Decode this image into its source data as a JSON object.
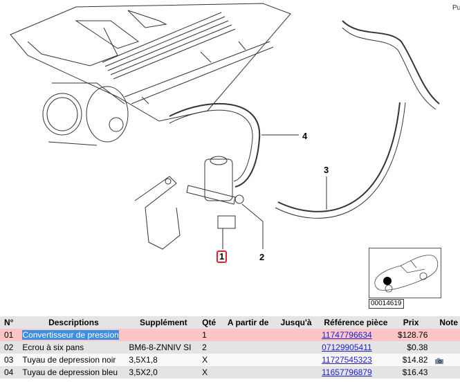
{
  "header": {
    "corner_label": "Pu"
  },
  "diagram": {
    "callouts": [
      {
        "number": "1",
        "selected": true
      },
      {
        "number": "2",
        "selected": false
      },
      {
        "number": "3",
        "selected": false
      },
      {
        "number": "4",
        "selected": false
      }
    ],
    "thumbnail_id": "00014619"
  },
  "table": {
    "columns": [
      "N°",
      "Descriptions",
      "Supplément",
      "Qté",
      "A partir de",
      "Jusqu'à",
      "Référence pièce",
      "Prix",
      "Note"
    ],
    "rows": [
      {
        "no": "01",
        "description": "Convertisseur de pression",
        "supplement": "",
        "qty": "1",
        "from": "",
        "to": "",
        "reference": "11747796634",
        "price": "$128.76",
        "note_icon": "",
        "selected": true
      },
      {
        "no": "02",
        "description": "Ecrou à six pans",
        "supplement": "BM6-8-ZNNIV SI",
        "qty": "2",
        "from": "",
        "to": "",
        "reference": "07129905411",
        "price": "$0.38",
        "note_icon": ""
      },
      {
        "no": "03",
        "description": "Tuyau de depression noir",
        "supplement": "3,5X1,8",
        "qty": "X",
        "from": "",
        "to": "",
        "reference": "11727545323",
        "price": "$14.82",
        "note_icon": "camera-icon"
      },
      {
        "no": "04",
        "description": "Tuyau de depression bleu",
        "supplement": "3,5X2,0",
        "qty": "X",
        "from": "",
        "to": "",
        "reference": "11657796879",
        "price": "$16.43",
        "note_icon": ""
      }
    ]
  },
  "colors": {
    "selected_row": "#fdc6c6",
    "alt_row": "#e4e4e4",
    "highlight": "#3a8ee6",
    "link": "#1b1bd6",
    "callout_selected_border": "#e8202a"
  }
}
